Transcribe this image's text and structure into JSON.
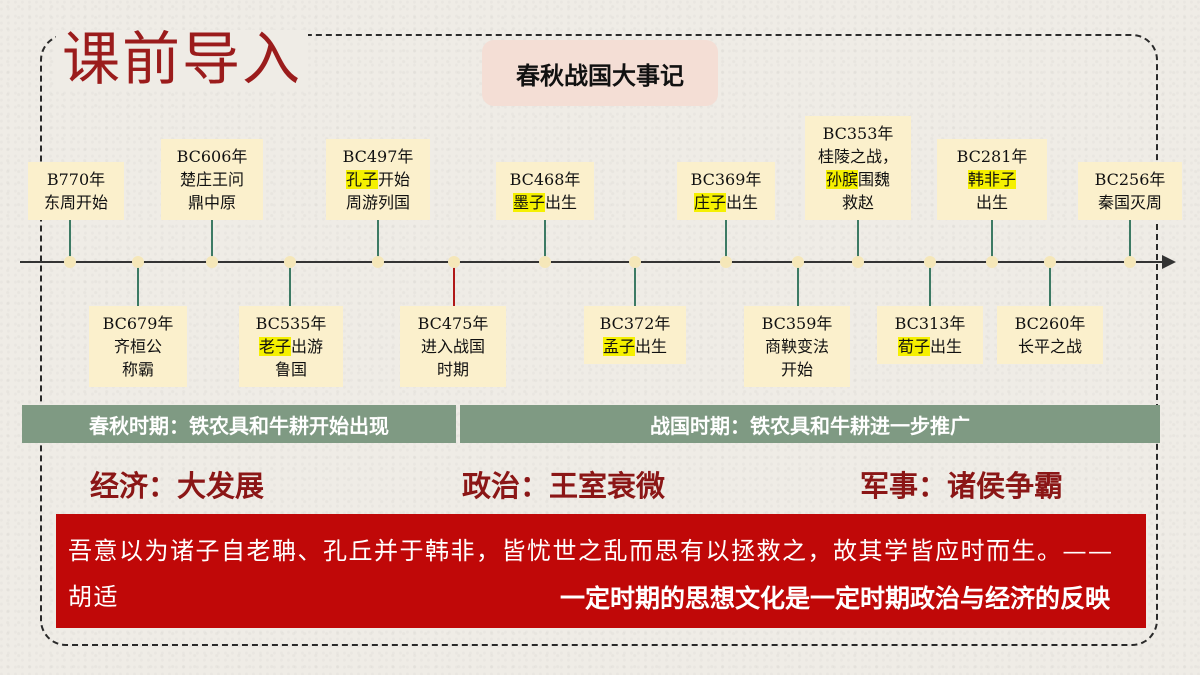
{
  "title": "课前导入",
  "subtitle": "春秋战国大事记",
  "events_top": [
    {
      "year": "B770年",
      "lines": [
        [
          "东周开始"
        ]
      ]
    },
    {
      "year": "BC606年",
      "lines": [
        [
          "楚庄王问"
        ],
        [
          "鼎中原"
        ]
      ]
    },
    {
      "year": "BC497年",
      "lines": [
        [
          "孔子",
          "开始"
        ],
        [
          "周游列国"
        ]
      ]
    },
    {
      "year": "BC468年",
      "lines": [
        [
          "墨子",
          "出生"
        ]
      ]
    },
    {
      "year": "BC369年",
      "lines": [
        [
          "庄子",
          "出生"
        ]
      ]
    },
    {
      "year": "BC353年",
      "lines": [
        [
          "桂陵之战，"
        ],
        [
          "孙膑",
          "围魏"
        ],
        [
          "救赵"
        ]
      ]
    },
    {
      "year": "BC281年",
      "lines": [
        [
          "韩非子"
        ],
        [
          "出生"
        ]
      ]
    },
    {
      "year": "BC256年",
      "lines": [
        [
          "秦国灭周"
        ]
      ]
    }
  ],
  "events_bottom": [
    {
      "year": "BC679年",
      "lines": [
        [
          "齐桓公"
        ],
        [
          "称霸"
        ]
      ]
    },
    {
      "year": "BC535年",
      "lines": [
        [
          "老子",
          "出游"
        ],
        [
          "鲁国"
        ]
      ]
    },
    {
      "year": "BC475年",
      "lines": [
        [
          "进入战国"
        ],
        [
          "时期"
        ]
      ]
    },
    {
      "year": "BC372年",
      "lines": [
        [
          "孟子",
          "出生"
        ]
      ]
    },
    {
      "year": "BC359年",
      "lines": [
        [
          "商鞅变法"
        ],
        [
          "开始"
        ]
      ]
    },
    {
      "year": "BC313年",
      "lines": [
        [
          "荀子",
          "出生"
        ]
      ]
    },
    {
      "year": "BC260年",
      "lines": [
        [
          "长平之战"
        ]
      ]
    }
  ],
  "periods": {
    "chunqiu": "春秋时期：铁农具和牛耕开始出现",
    "zhanguo": "战国时期：铁农具和牛耕进一步推广"
  },
  "aspects": {
    "economy": "经济：大发展",
    "politics": "政治：王室衰微",
    "military": "军事：诸侯争霸"
  },
  "quote": {
    "text": "吾意以为诸子自老聃、孔丘并于韩非，皆忧世之乱而思有以拯救之，故其学皆应时而生。——胡适",
    "conclusion": "一定时期的思想文化是一定时期政治与经济的反映"
  },
  "colors": {
    "title_red": "#9b1c1c",
    "card_bg": "#fbf0cc",
    "highlight": "#f5f000",
    "period_bar": "#7f9a83",
    "quote_bg": "#c00808",
    "stem_green": "#3c7a64",
    "stem_red": "#b01818"
  }
}
